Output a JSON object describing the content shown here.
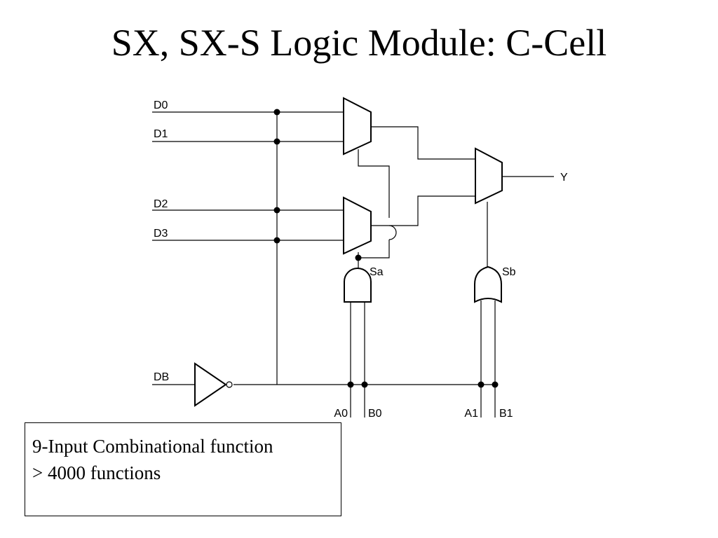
{
  "title": "SX, SX-S Logic Module: C-Cell",
  "schematic": {
    "inputs": {
      "d0": "D0",
      "d1": "D1",
      "d2": "D2",
      "d3": "D3",
      "db": "DB"
    },
    "select_labels": {
      "sa": "Sa",
      "sb": "Sb"
    },
    "control_pins": {
      "a0": "A0",
      "b0": "B0",
      "a1": "A1",
      "b1": "B1"
    },
    "output": "Y"
  },
  "note": {
    "line1": "9-Input Combinational function",
    "line2": "> 4000 functions"
  },
  "colors": {
    "background": "#ffffff",
    "ink": "#000000"
  }
}
